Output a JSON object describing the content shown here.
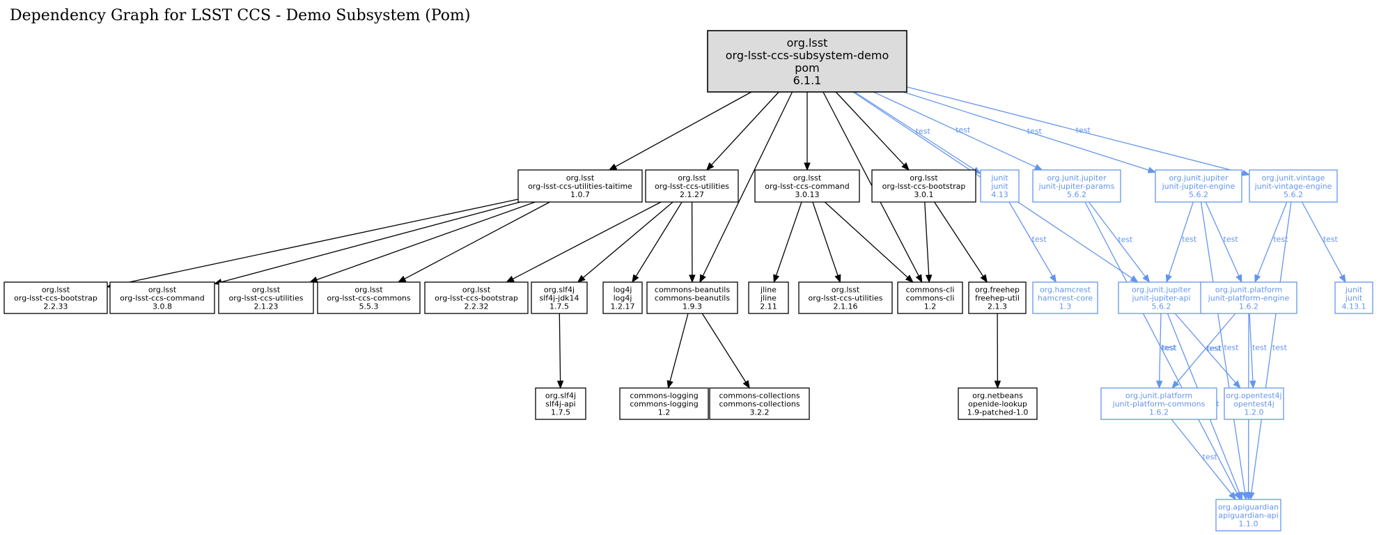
{
  "title": "Dependency Graph for LSST CCS - Demo Subsystem (Pom)",
  "colors": {
    "compile": "#000000",
    "test": "#6495ed",
    "root_fill": "#dcdcdc"
  },
  "scope_label": "test",
  "nodes": [
    {
      "id": "root",
      "scope": "root",
      "lines": [
        "org.lsst",
        "org-lsst-ccs-subsystem-demo",
        "pom",
        "6.1.1"
      ]
    },
    {
      "id": "taitime",
      "scope": "compile",
      "lines": [
        "org.lsst",
        "org-lsst-ccs-utilities-taitime",
        "1.0.7"
      ]
    },
    {
      "id": "utilities2127",
      "scope": "compile",
      "lines": [
        "org.lsst",
        "org-lsst-ccs-utilities",
        "2.1.27"
      ]
    },
    {
      "id": "command3013",
      "scope": "compile",
      "lines": [
        "org.lsst",
        "org-lsst-ccs-command",
        "3.0.13"
      ]
    },
    {
      "id": "bootstrap301",
      "scope": "compile",
      "lines": [
        "org.lsst",
        "org-lsst-ccs-bootstrap",
        "3.0.1"
      ]
    },
    {
      "id": "junit413",
      "scope": "test",
      "lines": [
        "junit",
        "junit",
        "4.13"
      ]
    },
    {
      "id": "jupiterparams",
      "scope": "test",
      "lines": [
        "org.junit.jupiter",
        "junit-jupiter-params",
        "5.6.2"
      ]
    },
    {
      "id": "jupiterengine",
      "scope": "test",
      "lines": [
        "org.junit.jupiter",
        "junit-jupiter-engine",
        "5.6.2"
      ]
    },
    {
      "id": "vintageengine",
      "scope": "test",
      "lines": [
        "org.junit.vintage",
        "junit-vintage-engine",
        "5.6.2"
      ]
    },
    {
      "id": "bootstrap2233",
      "scope": "compile",
      "lines": [
        "org.lsst",
        "org-lsst-ccs-bootstrap",
        "2.2.33"
      ]
    },
    {
      "id": "command308",
      "scope": "compile",
      "lines": [
        "org.lsst",
        "org-lsst-ccs-command",
        "3.0.8"
      ]
    },
    {
      "id": "utilities2123",
      "scope": "compile",
      "lines": [
        "org.lsst",
        "org-lsst-ccs-utilities",
        "2.1.23"
      ]
    },
    {
      "id": "commons553",
      "scope": "compile",
      "lines": [
        "org.lsst",
        "org-lsst-ccs-commons",
        "5.5.3"
      ]
    },
    {
      "id": "bootstrap2232",
      "scope": "compile",
      "lines": [
        "org.lsst",
        "org-lsst-ccs-bootstrap",
        "2.2.32"
      ]
    },
    {
      "id": "slf4jjdk14",
      "scope": "compile",
      "lines": [
        "org.slf4j",
        "slf4j-jdk14",
        "1.7.5"
      ]
    },
    {
      "id": "log4j",
      "scope": "compile",
      "lines": [
        "log4j",
        "log4j",
        "1.2.17"
      ]
    },
    {
      "id": "beanutils",
      "scope": "compile",
      "lines": [
        "commons-beanutils",
        "commons-beanutils",
        "1.9.3"
      ]
    },
    {
      "id": "jline",
      "scope": "compile",
      "lines": [
        "jline",
        "jline",
        "2.11"
      ]
    },
    {
      "id": "utilities2116",
      "scope": "compile",
      "lines": [
        "org.lsst",
        "org-lsst-ccs-utilities",
        "2.1.16"
      ]
    },
    {
      "id": "commonscli",
      "scope": "compile",
      "lines": [
        "commons-cli",
        "commons-cli",
        "1.2"
      ]
    },
    {
      "id": "freehep",
      "scope": "compile",
      "lines": [
        "org.freehep",
        "freehep-util",
        "2.1.3"
      ]
    },
    {
      "id": "hamcrest",
      "scope": "test",
      "lines": [
        "org.hamcrest",
        "hamcrest-core",
        "1.3"
      ]
    },
    {
      "id": "jupiterapi",
      "scope": "test",
      "lines": [
        "org.junit.jupiter",
        "junit-jupiter-api",
        "5.6.2"
      ]
    },
    {
      "id": "platformengine",
      "scope": "test",
      "lines": [
        "org.junit.platform",
        "junit-platform-engine",
        "1.6.2"
      ]
    },
    {
      "id": "junit4131",
      "scope": "test",
      "lines": [
        "junit",
        "junit",
        "4.13.1"
      ]
    },
    {
      "id": "slf4japi",
      "scope": "compile",
      "lines": [
        "org.slf4j",
        "slf4j-api",
        "1.7.5"
      ]
    },
    {
      "id": "commonslogging",
      "scope": "compile",
      "lines": [
        "commons-logging",
        "commons-logging",
        "1.2"
      ]
    },
    {
      "id": "collections",
      "scope": "compile",
      "lines": [
        "commons-collections",
        "commons-collections",
        "3.2.2"
      ]
    },
    {
      "id": "openide",
      "scope": "compile",
      "lines": [
        "org.netbeans",
        "openide-lookup",
        "1.9-patched-1.0"
      ]
    },
    {
      "id": "platformcommons",
      "scope": "test",
      "lines": [
        "org.junit.platform",
        "junit-platform-commons",
        "1.6.2"
      ]
    },
    {
      "id": "opentest4j",
      "scope": "test",
      "lines": [
        "org.opentest4j",
        "opentest4j",
        "1.2.0"
      ]
    },
    {
      "id": "apiguardian",
      "scope": "test",
      "lines": [
        "org.apiguardian",
        "apiguardian-api",
        "1.1.0"
      ]
    }
  ],
  "edges": [
    {
      "from": "root",
      "to": "taitime",
      "scope": "compile"
    },
    {
      "from": "root",
      "to": "utilities2127",
      "scope": "compile"
    },
    {
      "from": "root",
      "to": "beanutils",
      "scope": "compile"
    },
    {
      "from": "root",
      "to": "command3013",
      "scope": "compile"
    },
    {
      "from": "root",
      "to": "commonscli",
      "scope": "compile"
    },
    {
      "from": "root",
      "to": "bootstrap301",
      "scope": "compile"
    },
    {
      "from": "root",
      "to": "junit413",
      "scope": "test"
    },
    {
      "from": "root",
      "to": "jupiterparams",
      "scope": "test"
    },
    {
      "from": "root",
      "to": "jupiterapi",
      "scope": "test"
    },
    {
      "from": "root",
      "to": "jupiterengine",
      "scope": "test"
    },
    {
      "from": "root",
      "to": "vintageengine",
      "scope": "test"
    },
    {
      "from": "taitime",
      "to": "bootstrap2233",
      "scope": "compile"
    },
    {
      "from": "taitime",
      "to": "command308",
      "scope": "compile"
    },
    {
      "from": "taitime",
      "to": "utilities2123",
      "scope": "compile"
    },
    {
      "from": "taitime",
      "to": "commons553",
      "scope": "compile"
    },
    {
      "from": "utilities2127",
      "to": "bootstrap2232",
      "scope": "compile"
    },
    {
      "from": "utilities2127",
      "to": "slf4jjdk14",
      "scope": "compile"
    },
    {
      "from": "utilities2127",
      "to": "log4j",
      "scope": "compile"
    },
    {
      "from": "utilities2127",
      "to": "beanutils",
      "scope": "compile"
    },
    {
      "from": "command3013",
      "to": "jline",
      "scope": "compile"
    },
    {
      "from": "command3013",
      "to": "utilities2116",
      "scope": "compile"
    },
    {
      "from": "command3013",
      "to": "commonscli",
      "scope": "compile"
    },
    {
      "from": "bootstrap301",
      "to": "commonscli",
      "scope": "compile"
    },
    {
      "from": "bootstrap301",
      "to": "freehep",
      "scope": "compile"
    },
    {
      "from": "junit413",
      "to": "hamcrest",
      "scope": "test"
    },
    {
      "from": "jupiterparams",
      "to": "jupiterapi",
      "scope": "test"
    },
    {
      "from": "jupiterparams",
      "to": "apiguardian",
      "scope": "test"
    },
    {
      "from": "jupiterengine",
      "to": "jupiterapi",
      "scope": "test"
    },
    {
      "from": "jupiterengine",
      "to": "platformengine",
      "scope": "test"
    },
    {
      "from": "jupiterengine",
      "to": "apiguardian",
      "scope": "test"
    },
    {
      "from": "vintageengine",
      "to": "platformengine",
      "scope": "test"
    },
    {
      "from": "vintageengine",
      "to": "junit4131",
      "scope": "test"
    },
    {
      "from": "vintageengine",
      "to": "apiguardian",
      "scope": "test"
    },
    {
      "from": "slf4jjdk14",
      "to": "slf4japi",
      "scope": "compile"
    },
    {
      "from": "beanutils",
      "to": "commonslogging",
      "scope": "compile"
    },
    {
      "from": "beanutils",
      "to": "collections",
      "scope": "compile"
    },
    {
      "from": "freehep",
      "to": "openide",
      "scope": "compile"
    },
    {
      "from": "jupiterapi",
      "to": "platformcommons",
      "scope": "test"
    },
    {
      "from": "jupiterapi",
      "to": "opentest4j",
      "scope": "test"
    },
    {
      "from": "jupiterapi",
      "to": "apiguardian",
      "scope": "test"
    },
    {
      "from": "platformengine",
      "to": "platformcommons",
      "scope": "test"
    },
    {
      "from": "platformengine",
      "to": "opentest4j",
      "scope": "test"
    },
    {
      "from": "platformengine",
      "to": "apiguardian",
      "scope": "test"
    },
    {
      "from": "platformcommons",
      "to": "apiguardian",
      "scope": "test"
    }
  ]
}
